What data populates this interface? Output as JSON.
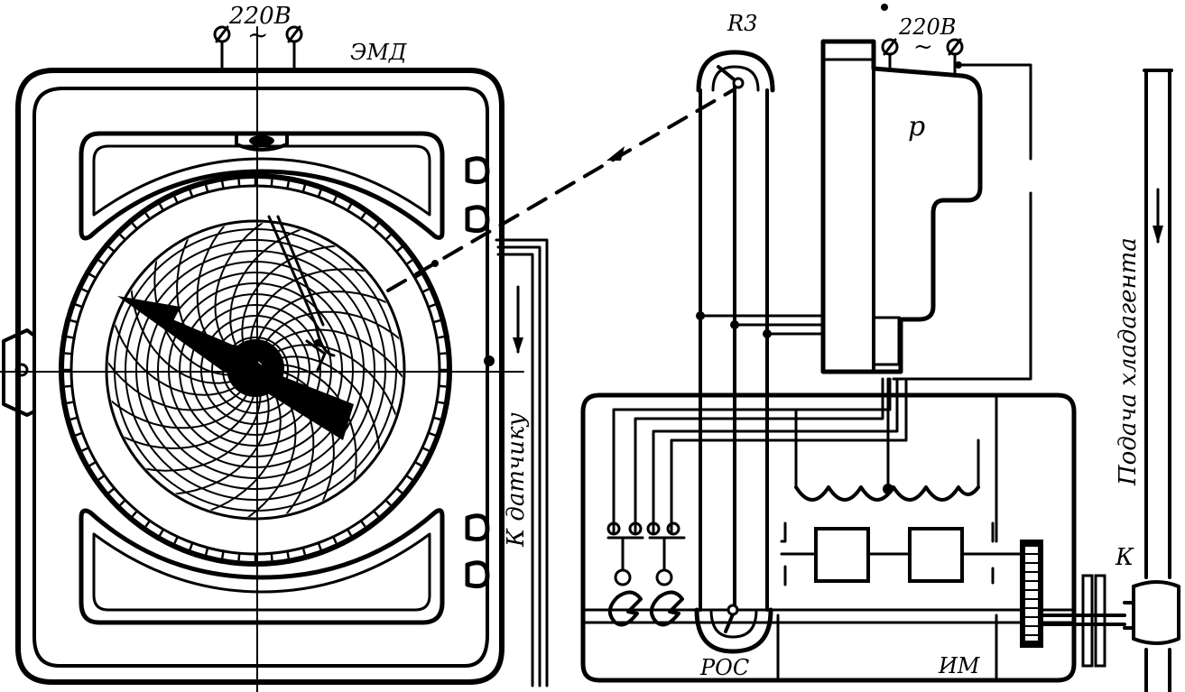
{
  "labels": {
    "voltage_left": "220В",
    "voltage_right": "220В",
    "ac_symbol": "~",
    "emd": "ЭМД",
    "r3": "R3",
    "relay": "р",
    "to_sensor": "К датчику",
    "ros": "РОС",
    "im": "ИМ",
    "k": "К",
    "refrigerant_supply": "Подача хладагента"
  }
}
